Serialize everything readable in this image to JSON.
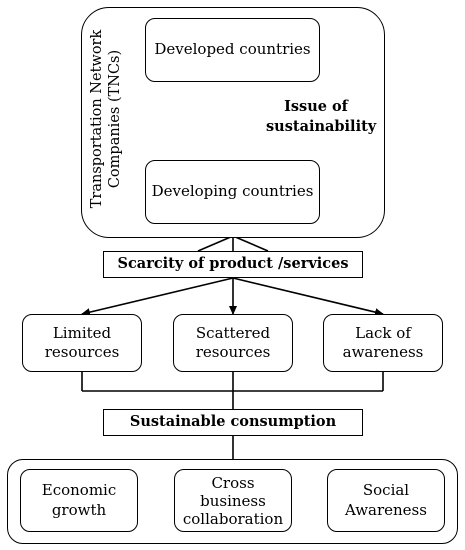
{
  "tncs": {
    "side_label_line1": "Transportation Network",
    "side_label_line2": "Companies (TNCs)",
    "developed": "Developed countries",
    "developing": "Developing countries",
    "issue": "Issue of\nsustainability"
  },
  "scarcity": "Scarcity of product /services",
  "middle_row": {
    "limited": "Limited\nresources",
    "scattered": "Scattered\nresources",
    "lack": "Lack of\nawareness"
  },
  "sustainable": "Sustainable consumption",
  "bottom_row": {
    "economic": "Economic\ngrowth",
    "cross": "Cross\nbusiness\ncollaboration",
    "social": "Social\nAwareness"
  }
}
